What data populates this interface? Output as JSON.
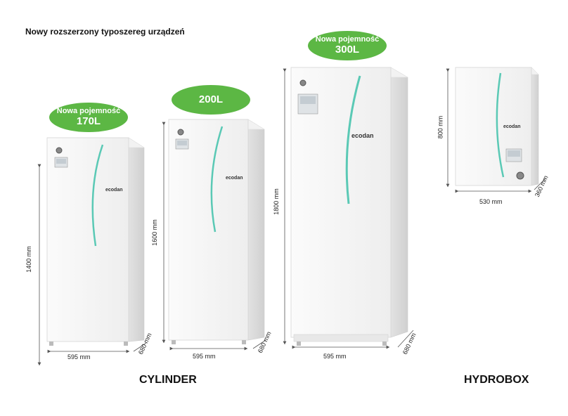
{
  "heading": "Nowy rozszerzony typoszereg urządzeń",
  "units": [
    {
      "id": "cyl-170",
      "badge_line1": "Nowa pojemność",
      "badge_line2": "170L",
      "height_label": "1400 mm",
      "width_label": "595 mm",
      "depth_label": "680 mm",
      "brand": "ecodan"
    },
    {
      "id": "cyl-200",
      "badge_line1": "",
      "badge_line2": "200L",
      "height_label": "1600 mm",
      "width_label": "595 mm",
      "depth_label": "680 mm",
      "brand": "ecodan"
    },
    {
      "id": "cyl-300",
      "badge_line1": "Nowa pojemność",
      "badge_line2": "300L",
      "height_label": "1800 mm",
      "width_label": "595 mm",
      "depth_label": "680 mm",
      "brand": "ecodan"
    },
    {
      "id": "hydrobox",
      "height_label": "800 mm",
      "width_label": "530 mm",
      "depth_label": "360 mm",
      "brand": "ecodan"
    }
  ],
  "labels": {
    "cylinder": "CYLINDER",
    "hydrobox": "HYDROBOX"
  },
  "colors": {
    "badge_green": "#5cb744",
    "accent_teal": "#5ac9b5",
    "panel_white": "#f6f6f6",
    "side_gray": "#dcdcdc"
  }
}
